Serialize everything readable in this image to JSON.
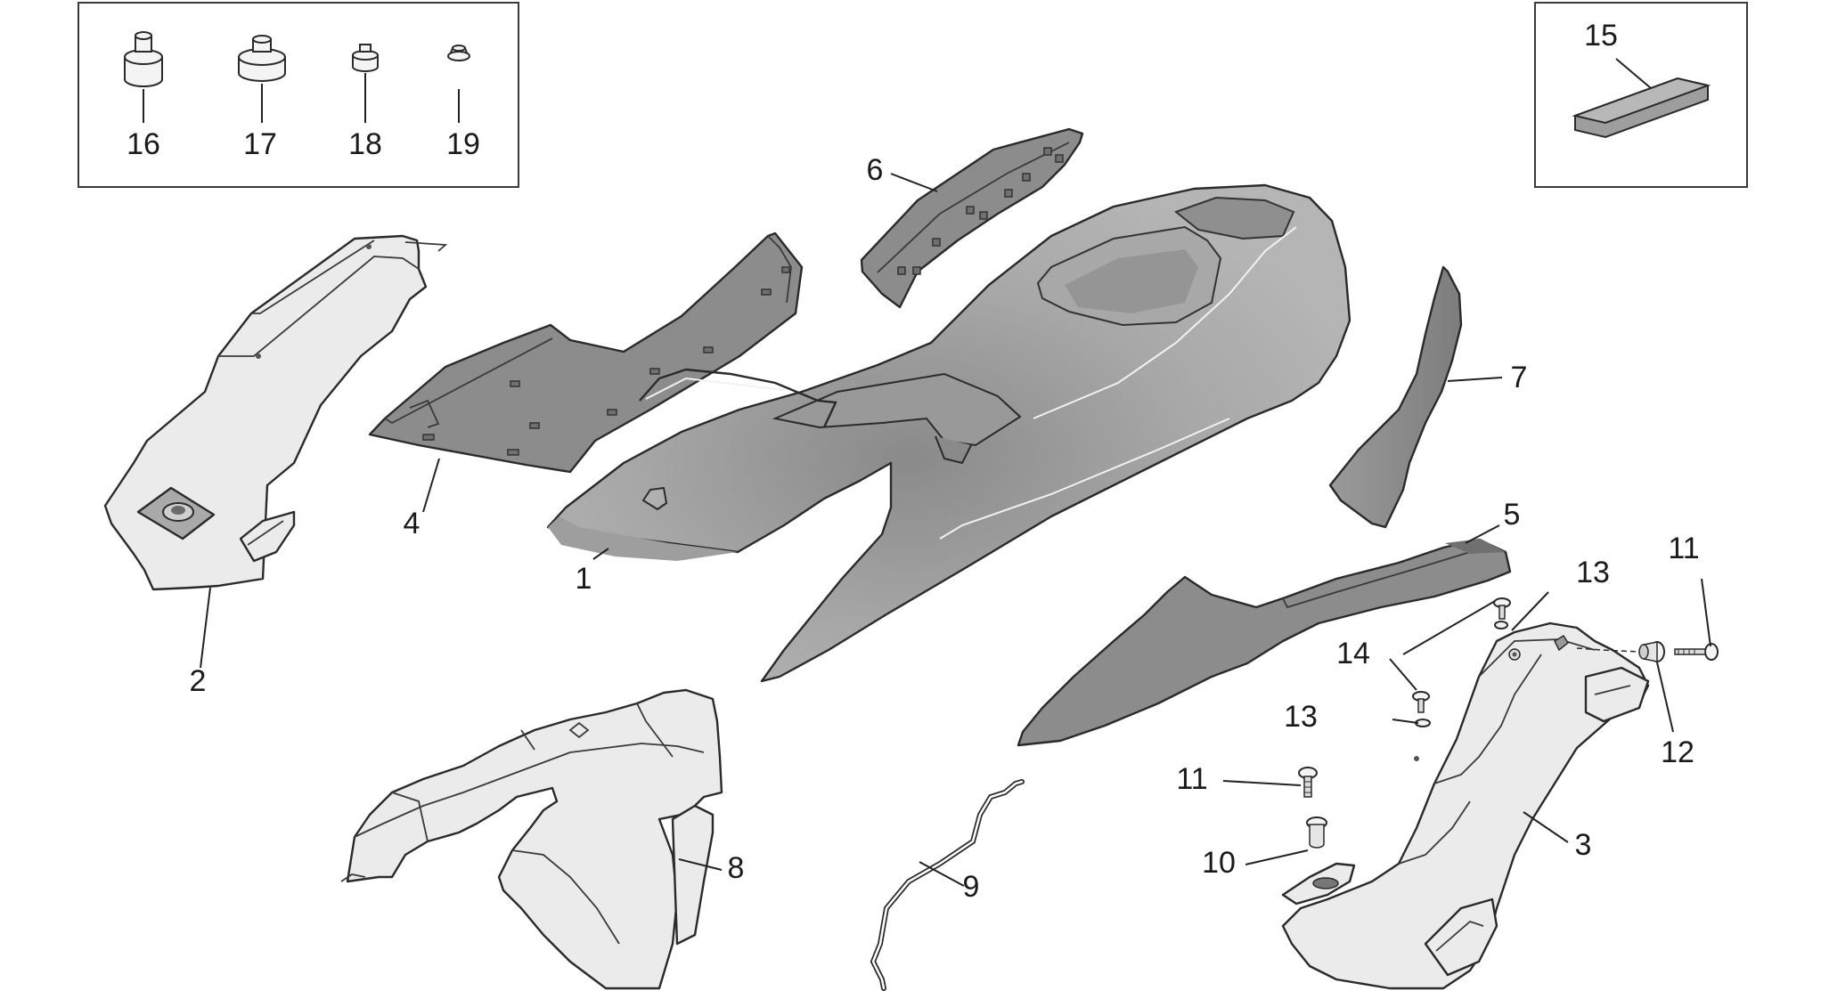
{
  "callouts": {
    "p1": "1",
    "p2": "2",
    "p3": "3",
    "p4": "4",
    "p5": "5",
    "p6": "6",
    "p7": "7",
    "p8": "8",
    "p9": "9",
    "p10": "10",
    "p11a": "11",
    "p11b": "11",
    "p12": "12",
    "p13a": "13",
    "p13b": "13",
    "p14": "14",
    "p15": "15",
    "p16": "16",
    "p17": "17",
    "p18": "18",
    "p19": "19"
  },
  "colors": {
    "light_part": "#ebebeb",
    "mid_part": "#a9a9a9",
    "dark_part": "#8c8c8c",
    "outline": "#2a2a2a"
  }
}
